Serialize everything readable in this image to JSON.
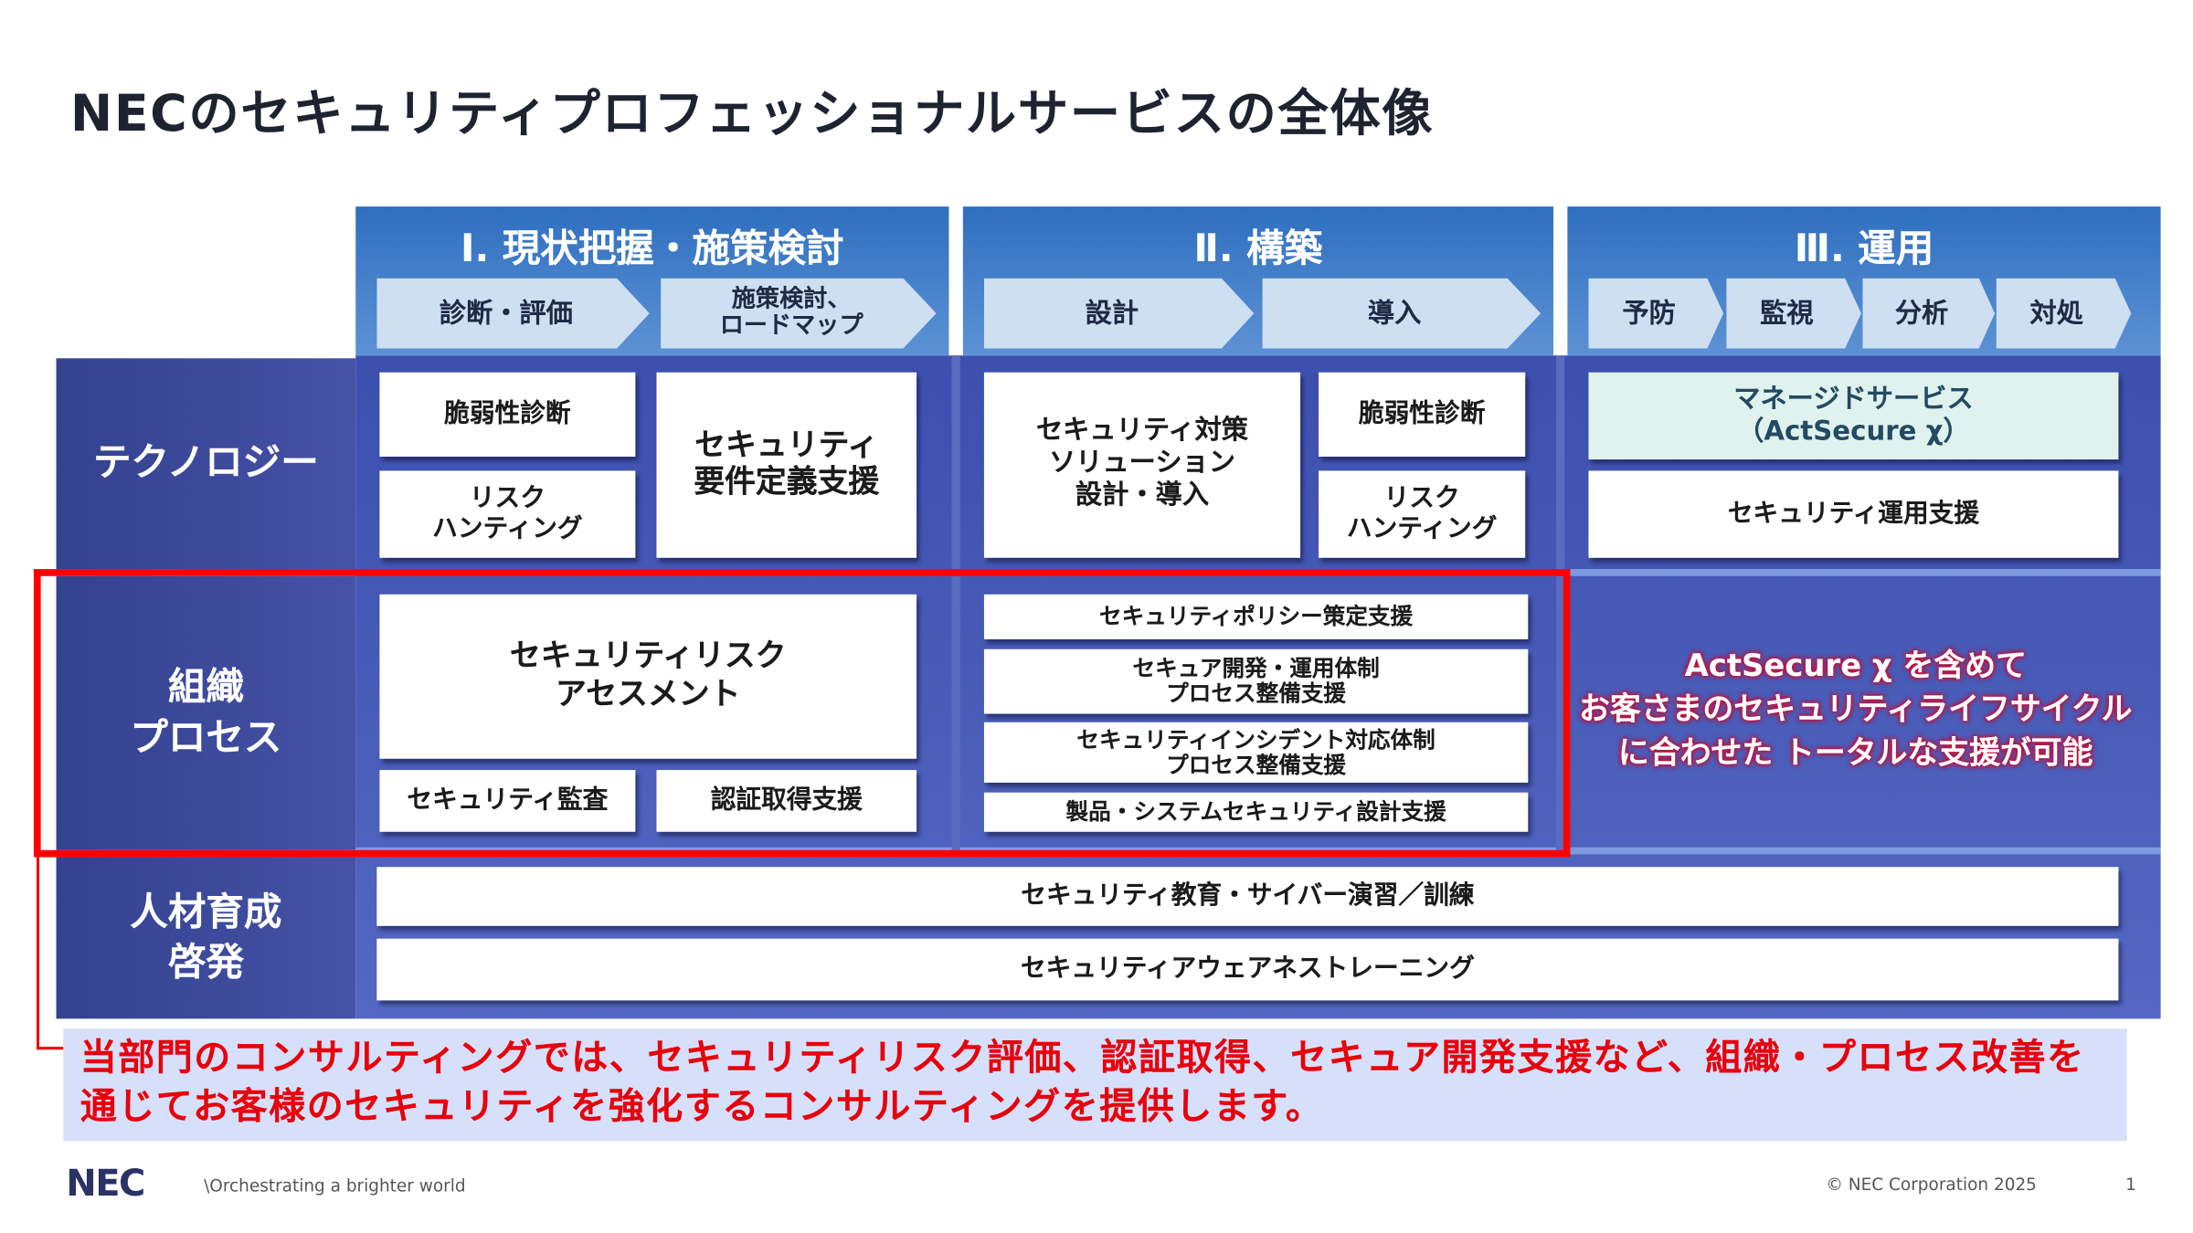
{
  "title": "NECのセキュリティプロフェッショナルサービスの全体像",
  "columns": [
    {
      "heading": "Ⅰ. 現状把握・施策検討",
      "steps": [
        "診断・評価",
        "施策検討、\nロードマップ"
      ]
    },
    {
      "heading": "Ⅱ. 構築",
      "steps": [
        "設計",
        "導入"
      ]
    },
    {
      "heading": "Ⅲ. 運用",
      "steps": [
        "予防",
        "監視",
        "分析",
        "対処"
      ]
    }
  ],
  "rows": {
    "technology": {
      "label": "テクノロジー",
      "col1": [
        "脆弱性診断",
        "リスク\nハンティング",
        "セキュリティ\n要件定義支援"
      ],
      "col2": [
        "セキュリティ対策\nソリューション\n設計・導入",
        "脆弱性診断",
        "リスク\nハンティング"
      ],
      "col3": [
        "マネージドサービス\n（ActSecure χ）",
        "セキュリティ運用支援"
      ]
    },
    "organization": {
      "label": "組織\nプロセス",
      "col1": [
        "セキュリティリスク\nアセスメント",
        "セキュリティ監査",
        "認証取得支援"
      ],
      "col2": [
        "セキュリティポリシー策定支援",
        "セキュア開発・運用体制\nプロセス整備支援",
        "セキュリティインシデント対応体制\nプロセス整備支援",
        "製品・システムセキュリティ設計支援"
      ],
      "col3_message": "ActSecure χ を含めて\nお客さまのセキュリティライフサイクル\nに合わせた トータルな支援が可能"
    },
    "human": {
      "label": "人材育成\n啓発",
      "items": [
        "セキュリティ教育・サイバー演習／訓練",
        "セキュリティアウェアネストレーニング"
      ]
    }
  },
  "note": "当部門のコンサルティングでは、セキュリティリスク評価、認証取得、セキュア開発支援など、組織・プロセス改善を通じてお客様のセキュリティを強化するコンサルティングを提供します。",
  "footer": {
    "logo": "NEC",
    "tagline": "\\Orchestrating a brighter world",
    "copyright": "© NEC Corporation 2025",
    "page": "1"
  },
  "colors": {
    "highlight": "#ff0000",
    "note_text": "#e8000b",
    "note_bg": "#d6e0fa"
  }
}
